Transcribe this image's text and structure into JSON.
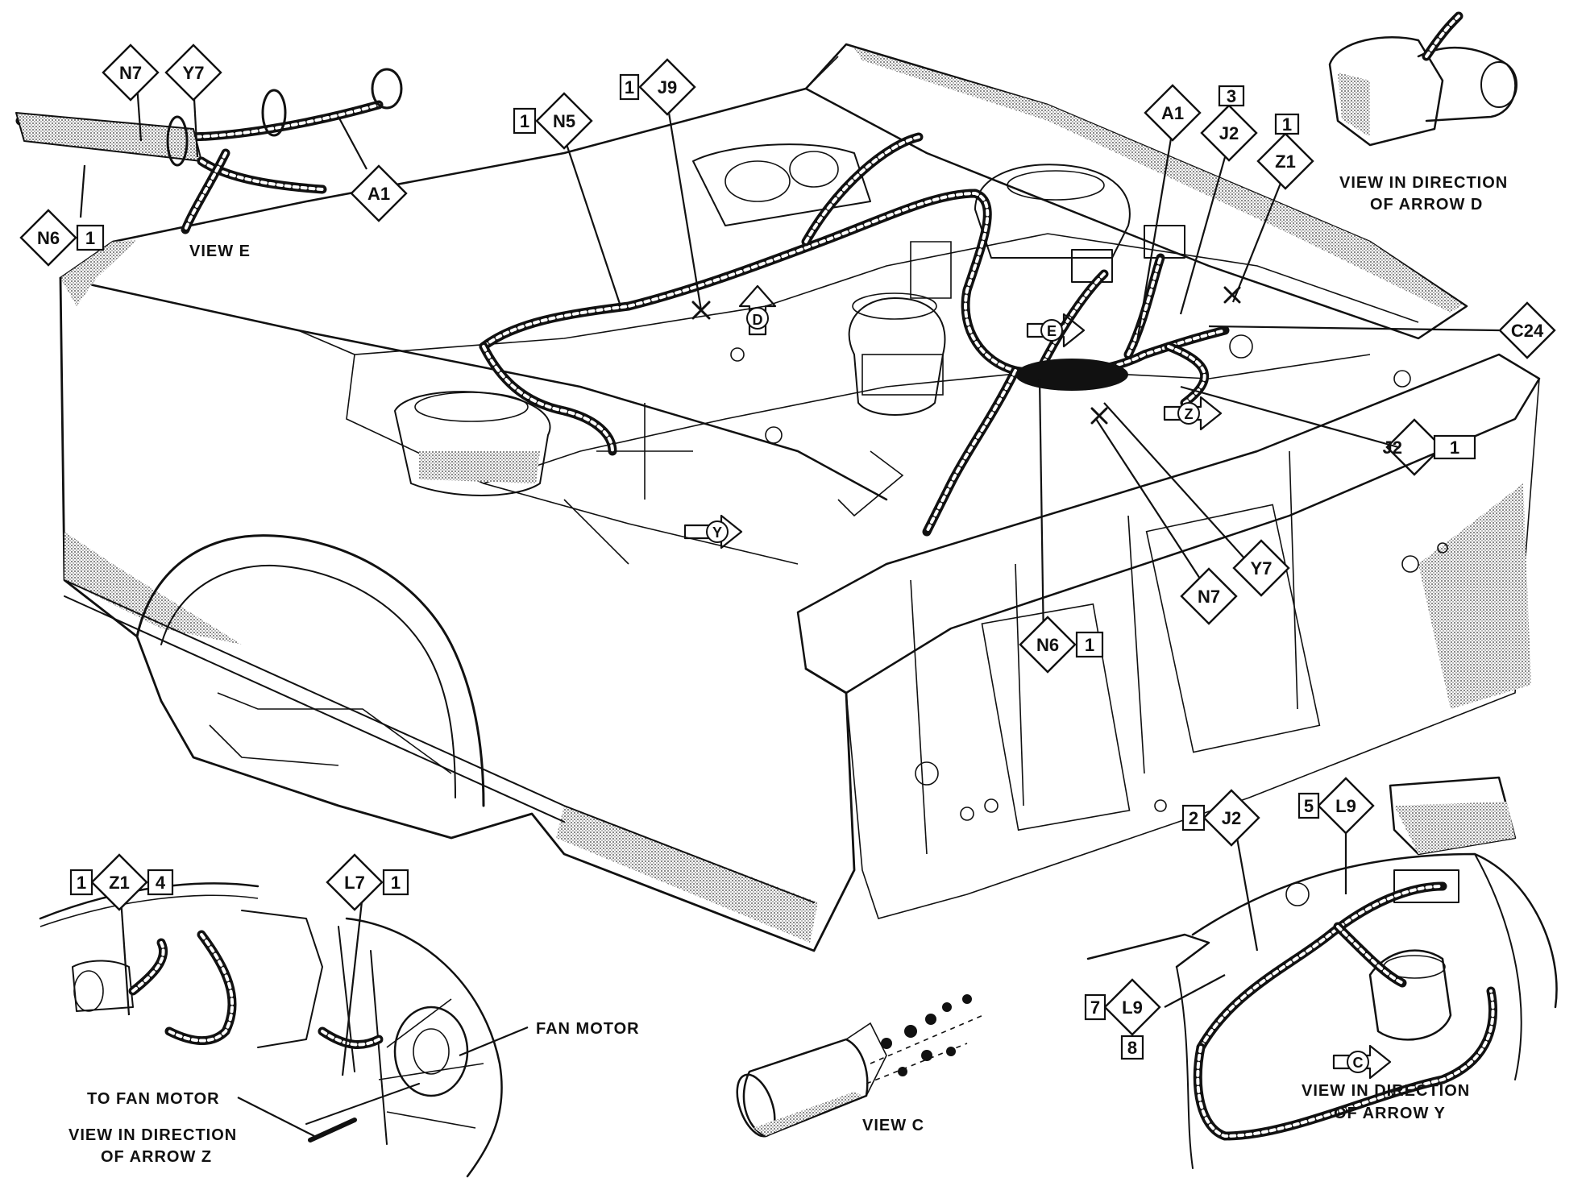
{
  "labels": {
    "n7_view_e": "N7",
    "y7_view_e": "Y7",
    "a1_view_e": "A1",
    "n6_view_e": "N6",
    "n6_view_e_num": "1",
    "view_e": "VIEW E",
    "n5": "N5",
    "n5_num": "1",
    "j9": "J9",
    "j9_num": "1",
    "a1_main": "A1",
    "j2_top": "J2",
    "j2_top_num": "3",
    "z1_top": "Z1",
    "z1_top_num": "1",
    "c24": "C24",
    "j2_right": "J2",
    "j2_right_num": "1",
    "y7_main": "Y7",
    "n7_main": "N7",
    "n6_main": "N6",
    "n6_main_num": "1",
    "z1_view_z": "Z1",
    "z1_view_z_num_left": "1",
    "z1_view_z_num_right": "4",
    "l7": "L7",
    "l7_num": "1",
    "j2_view_y": "J2",
    "j2_view_y_num": "2",
    "l9_top": "L9",
    "l9_top_num": "5",
    "l9_bottom": "L9",
    "l9_bottom_num_left": "7",
    "l9_bottom_num_below": "8"
  },
  "arrows": {
    "d": "D",
    "e": "E",
    "z": "Z",
    "y": "Y",
    "c": "C"
  },
  "captions": {
    "view_arrow_d_line1": "VIEW IN DIRECTION",
    "view_arrow_d_line2": "OF ARROW D",
    "view_arrow_y_line1": "VIEW IN DIRECTION",
    "view_arrow_y_line2": "OF ARROW Y",
    "view_arrow_z_line1": "VIEW IN DIRECTION",
    "view_arrow_z_line2": "OF ARROW Z",
    "view_c": "VIEW C",
    "fan_motor": "FAN MOTOR",
    "to_fan_motor": "TO FAN MOTOR"
  }
}
